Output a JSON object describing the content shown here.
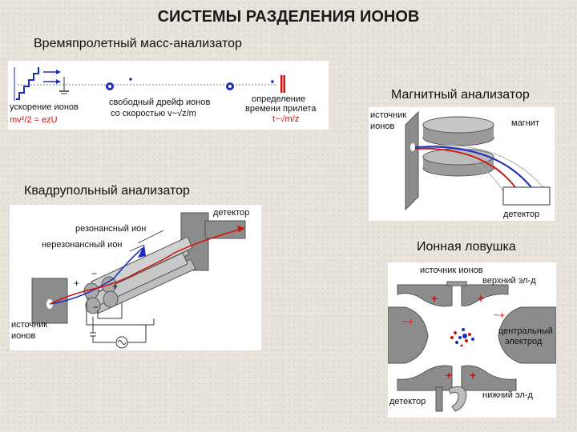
{
  "title": "СИСТЕМЫ РАЗДЕЛЕНИЯ ИОНОВ",
  "sections": {
    "tof": {
      "heading": "Времяпролетный масс-анализатор",
      "labels": {
        "acceleration": "ускорение ионов",
        "equation": "mv²/2 = ezU",
        "drift_line1": "свободный дрейф ионов",
        "drift_line2": "со скоростью v~√z/m",
        "arrival_line1": "определение",
        "arrival_line2": "времени прилета",
        "arrival_formula": "t~√m/z"
      }
    },
    "magnetic": {
      "heading": "Магнитный анализатор",
      "labels": {
        "source_line1": "источник",
        "source_line2": "ионов",
        "magnet": "магнит",
        "detector": "детектор"
      }
    },
    "quadrupole": {
      "heading": "Квадрупольный анализатор",
      "labels": {
        "detector": "детектор",
        "resonant": "резонансный ион",
        "nonresonant": "нерезонансный ион",
        "source_line1": "источник",
        "source_line2": "ионов"
      }
    },
    "trap": {
      "heading": "Ионная ловушка",
      "labels": {
        "source": "источник ионов",
        "upper": "верхний эл-д",
        "central_line1": "центральный",
        "central_line2": "электрод",
        "detector": "детектор",
        "lower": "нижний эл-д"
      }
    }
  },
  "colors": {
    "red_path": "#d01010",
    "blue_path": "#1a2cc0",
    "grey_electrode": "#8c8c8c"
  }
}
